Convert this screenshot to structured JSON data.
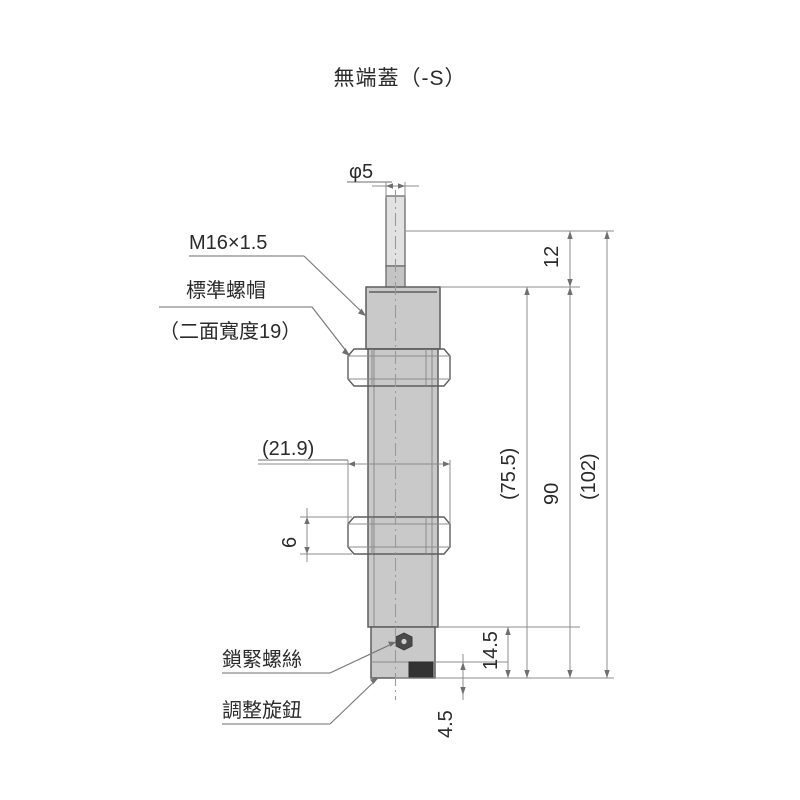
{
  "title": "無端蓋（-S）",
  "drawing": {
    "name": "shock-absorber-dimension-drawing",
    "labels": {
      "rod_diameter": "φ5",
      "thread": "M16×1.5",
      "standard_nut": "標準螺帽",
      "across_flats": "（二面寬度19）",
      "lock_screw": "鎖緊螺絲",
      "adjust_knob": "調整旋鈕"
    },
    "dimensions": {
      "rod_extension": "12",
      "body_reference": "(75.5)",
      "overall_thread": "90",
      "overall_length": "(102)",
      "nut_position": "(21.9)",
      "nut_thickness": "6",
      "lower_section": "14.5",
      "bottom_offset": "4.5"
    },
    "colors": {
      "body_fill": "#c9c9c9",
      "line": "#5d5d5d",
      "dim_line": "#8c8c8c",
      "text": "#2a2a2a"
    }
  }
}
